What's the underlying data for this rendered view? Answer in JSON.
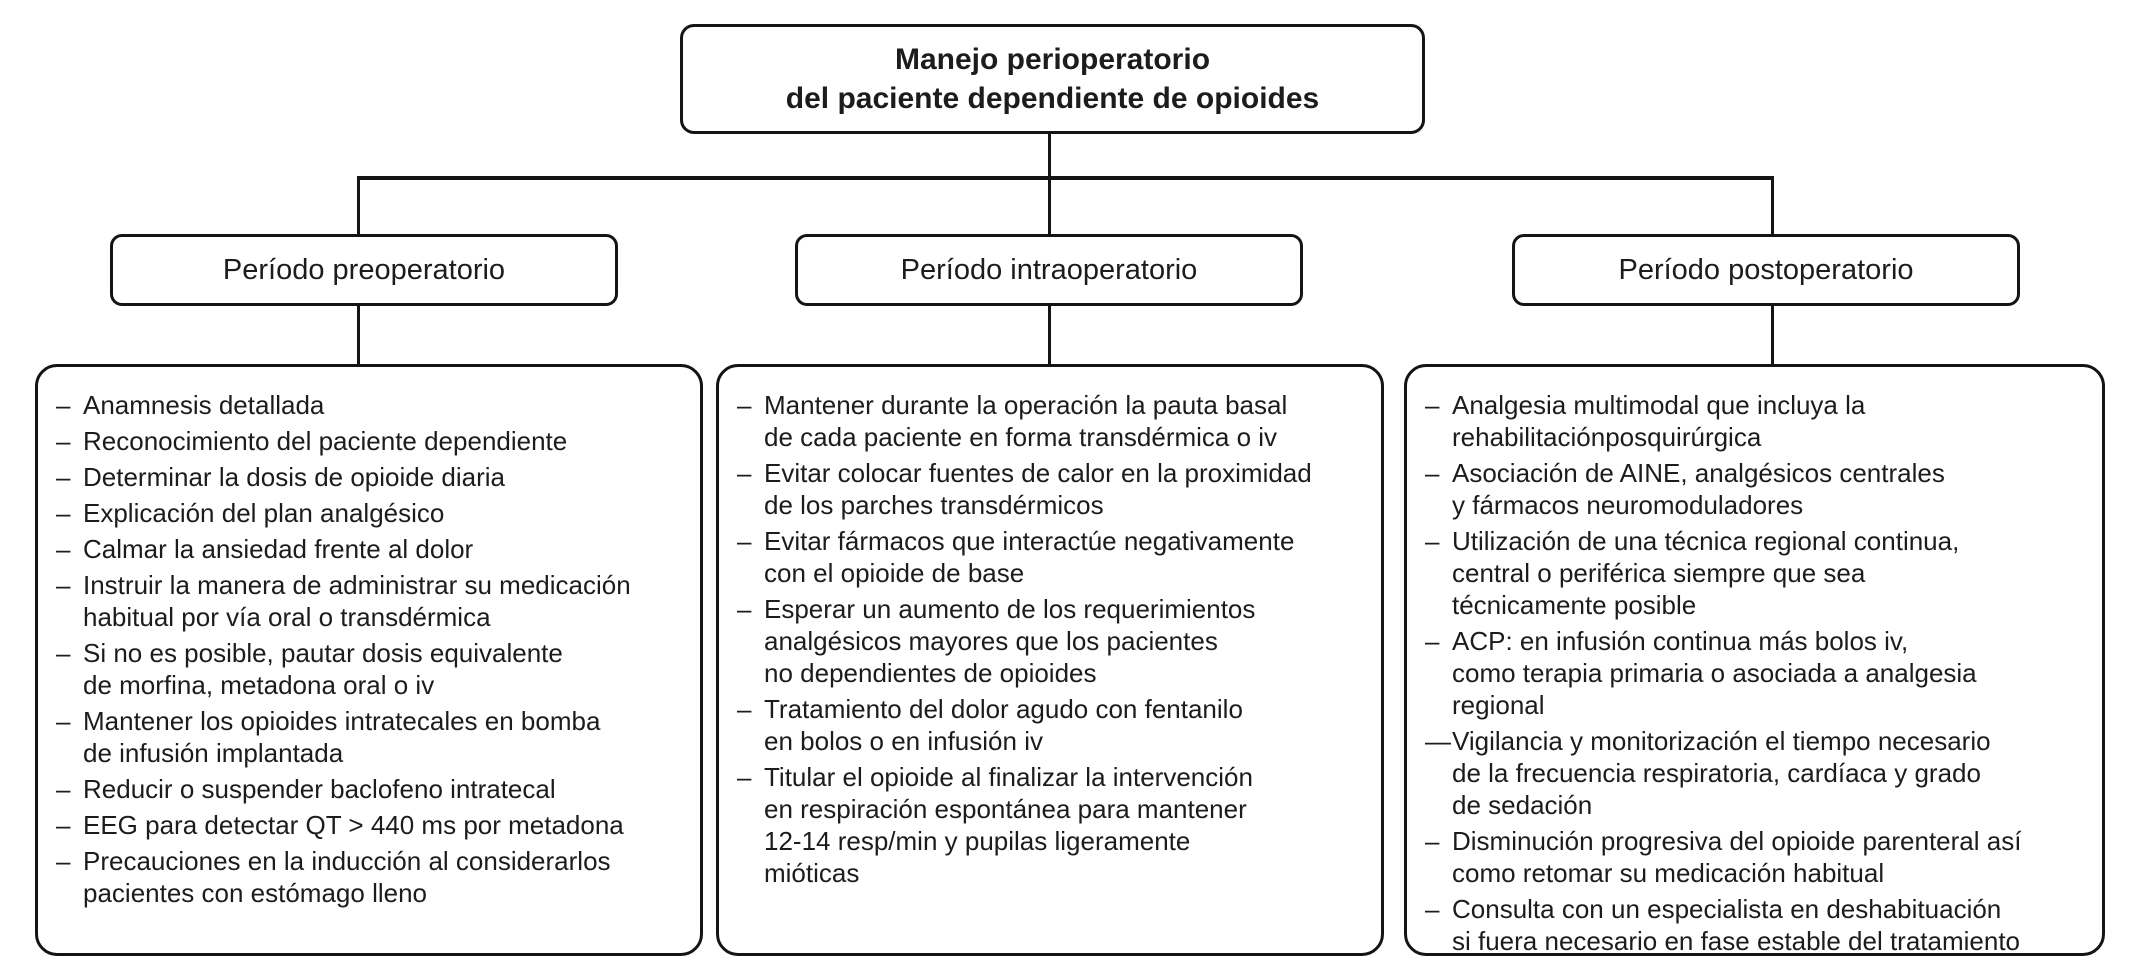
{
  "title": "Manejo perioperatorio\ndel paciente dependiente de opioides",
  "columns": [
    {
      "header": "Período preoperatorio",
      "items": [
        {
          "marker": "–",
          "text": "Anamnesis detallada"
        },
        {
          "marker": "–",
          "text": "Reconocimiento del paciente dependiente"
        },
        {
          "marker": "–",
          "text": "Determinar la dosis de opioide diaria"
        },
        {
          "marker": "–",
          "text": "Explicación del plan analgésico"
        },
        {
          "marker": "–",
          "text": "Calmar la ansiedad frente al dolor"
        },
        {
          "marker": "–",
          "text": "Instruir la manera de administrar su medicación\nhabitual por vía oral o transdérmica"
        },
        {
          "marker": "–",
          "text": "Si no es posible, pautar dosis equivalente\nde morfina, metadona oral o iv"
        },
        {
          "marker": "–",
          "text": "Mantener los opioides intratecales en bomba\nde infusión implantada"
        },
        {
          "marker": "–",
          "text": "Reducir o suspender baclofeno intratecal"
        },
        {
          "marker": "–",
          "text": "EEG para detectar QT > 440 ms por metadona"
        },
        {
          "marker": "–",
          "text": "Precauciones en la inducción al considerarlos\npacientes con estómago lleno"
        }
      ]
    },
    {
      "header": "Período intraoperatorio",
      "items": [
        {
          "marker": "–",
          "text": "Mantener durante la operación la pauta basal\nde cada paciente en forma transdérmica o iv"
        },
        {
          "marker": "–",
          "text": "Evitar colocar fuentes de calor en la proximidad\nde los parches transdérmicos"
        },
        {
          "marker": "–",
          "text": "Evitar fármacos que interactúe negativamente\ncon el opioide de base"
        },
        {
          "marker": "–",
          "text": "Esperar un aumento de los requerimientos\nanalgésicos mayores que los pacientes\nno dependientes de opioides"
        },
        {
          "marker": "–",
          "text": "Tratamiento del dolor agudo con fentanilo\nen bolos o en infusión iv"
        },
        {
          "marker": "–",
          "text": "Titular el opioide al finalizar la intervención\nen respiración espontánea para mantener\n12-14 resp/min y pupilas ligeramente\nmióticas"
        }
      ]
    },
    {
      "header": "Período postoperatorio",
      "items": [
        {
          "marker": "–",
          "text": "Analgesia multimodal que incluya la\nrehabilitaciónposquirúrgica"
        },
        {
          "marker": "–",
          "text": "Asociación de AINE, analgésicos centrales\ny fármacos neuromoduladores"
        },
        {
          "marker": "–",
          "text": "Utilización de una técnica regional continua,\ncentral o periférica siempre que sea\ntécnicamente posible"
        },
        {
          "marker": "–",
          "text": "ACP: en infusión continua más bolos iv,\ncomo terapia primaria o asociada a analgesia\nregional"
        },
        {
          "marker": "—",
          "text": "Vigilancia y monitorización el tiempo necesario\nde la frecuencia respiratoria, cardíaca y grado\nde sedación"
        },
        {
          "marker": "–",
          "text": "Disminución progresiva del opioide parenteral así\ncomo retomar su medicación habitual"
        },
        {
          "marker": "–",
          "text": "Consulta con un especialista en deshabituación\nsi fuera necesario en fase estable del tratamiento"
        }
      ]
    }
  ]
}
